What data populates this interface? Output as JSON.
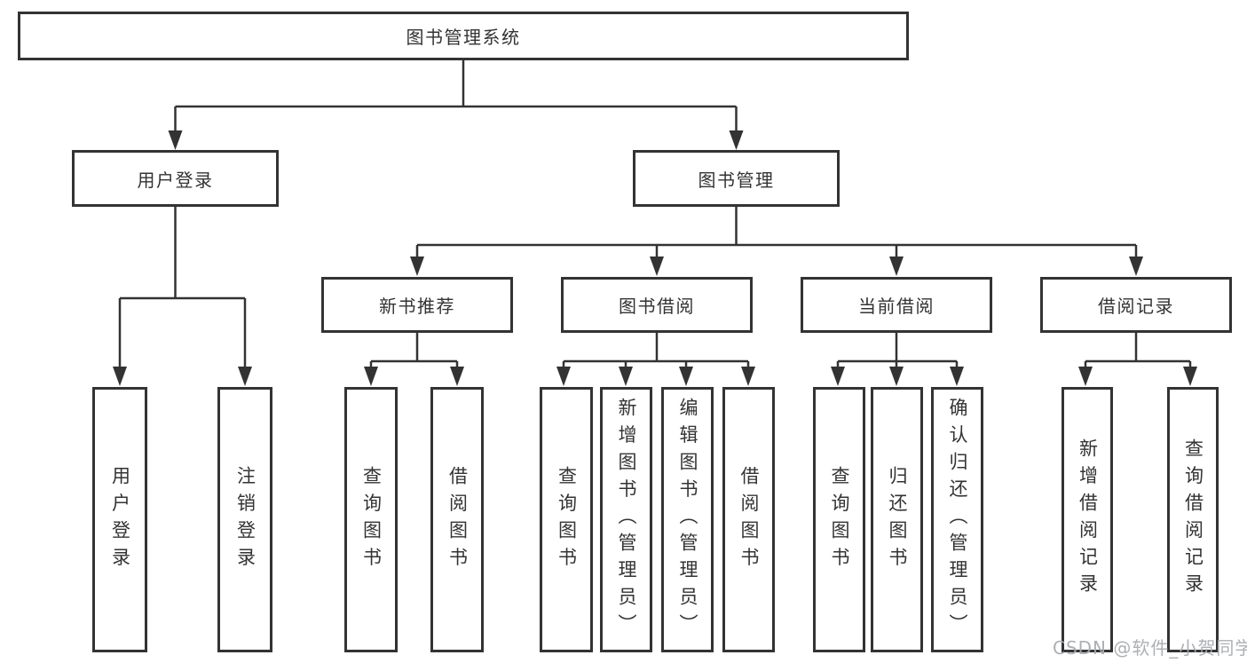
{
  "colors": {
    "background": "#ffffff",
    "line": "#333333",
    "box_border": "#333333",
    "text": "#333333",
    "watermark": "#a8acb0"
  },
  "watermark": {
    "text": "CSDN @软件_小贺同学"
  },
  "tree": {
    "root": {
      "label": "图书管理系统"
    },
    "branches": [
      {
        "label": "用户登录",
        "children": [
          {
            "label": "用户登录"
          },
          {
            "label": "注销登录"
          }
        ]
      },
      {
        "label": "图书管理",
        "children": [
          {
            "label": "新书推荐",
            "children": [
              {
                "label": "查询图书"
              },
              {
                "label": "借阅图书"
              }
            ]
          },
          {
            "label": "图书借阅",
            "children": [
              {
                "label": "查询图书"
              },
              {
                "label": "新增图书（管理员）"
              },
              {
                "label": "编辑图书（管理员）"
              },
              {
                "label": "借阅图书"
              }
            ]
          },
          {
            "label": "当前借阅",
            "children": [
              {
                "label": "查询图书"
              },
              {
                "label": "归还图书"
              },
              {
                "label": "确认归还（管理员）"
              }
            ]
          },
          {
            "label": "借阅记录",
            "children": [
              {
                "label": "新增借阅记录"
              },
              {
                "label": "查询借阅记录"
              }
            ]
          }
        ]
      }
    ]
  }
}
